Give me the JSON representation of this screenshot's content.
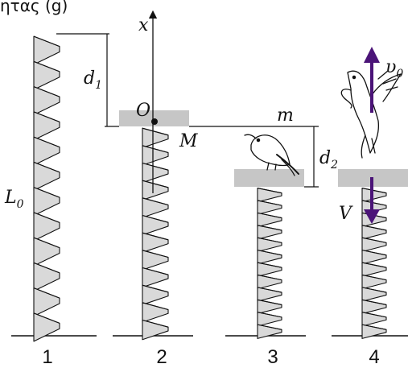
{
  "header_text_cut": "ητας (g)",
  "labels": {
    "x_axis": "x",
    "origin": "O",
    "mass_M": "M",
    "mass_m": "m",
    "d1": "d",
    "d1_sub": "1",
    "d2": "d",
    "d2_sub": "2",
    "L0": "L",
    "L0_sub": "0",
    "V": "V",
    "v0": "υ",
    "v0_sub": "0"
  },
  "panel_numbers": [
    "1",
    "2",
    "3",
    "4"
  ],
  "colors": {
    "spring_fill": "#d9d9d9",
    "plate": "#c6c6c6",
    "arrow": "#4b1478",
    "line": "#111111"
  },
  "icons": [
    "bird-icon",
    "flying-bird-icon"
  ]
}
